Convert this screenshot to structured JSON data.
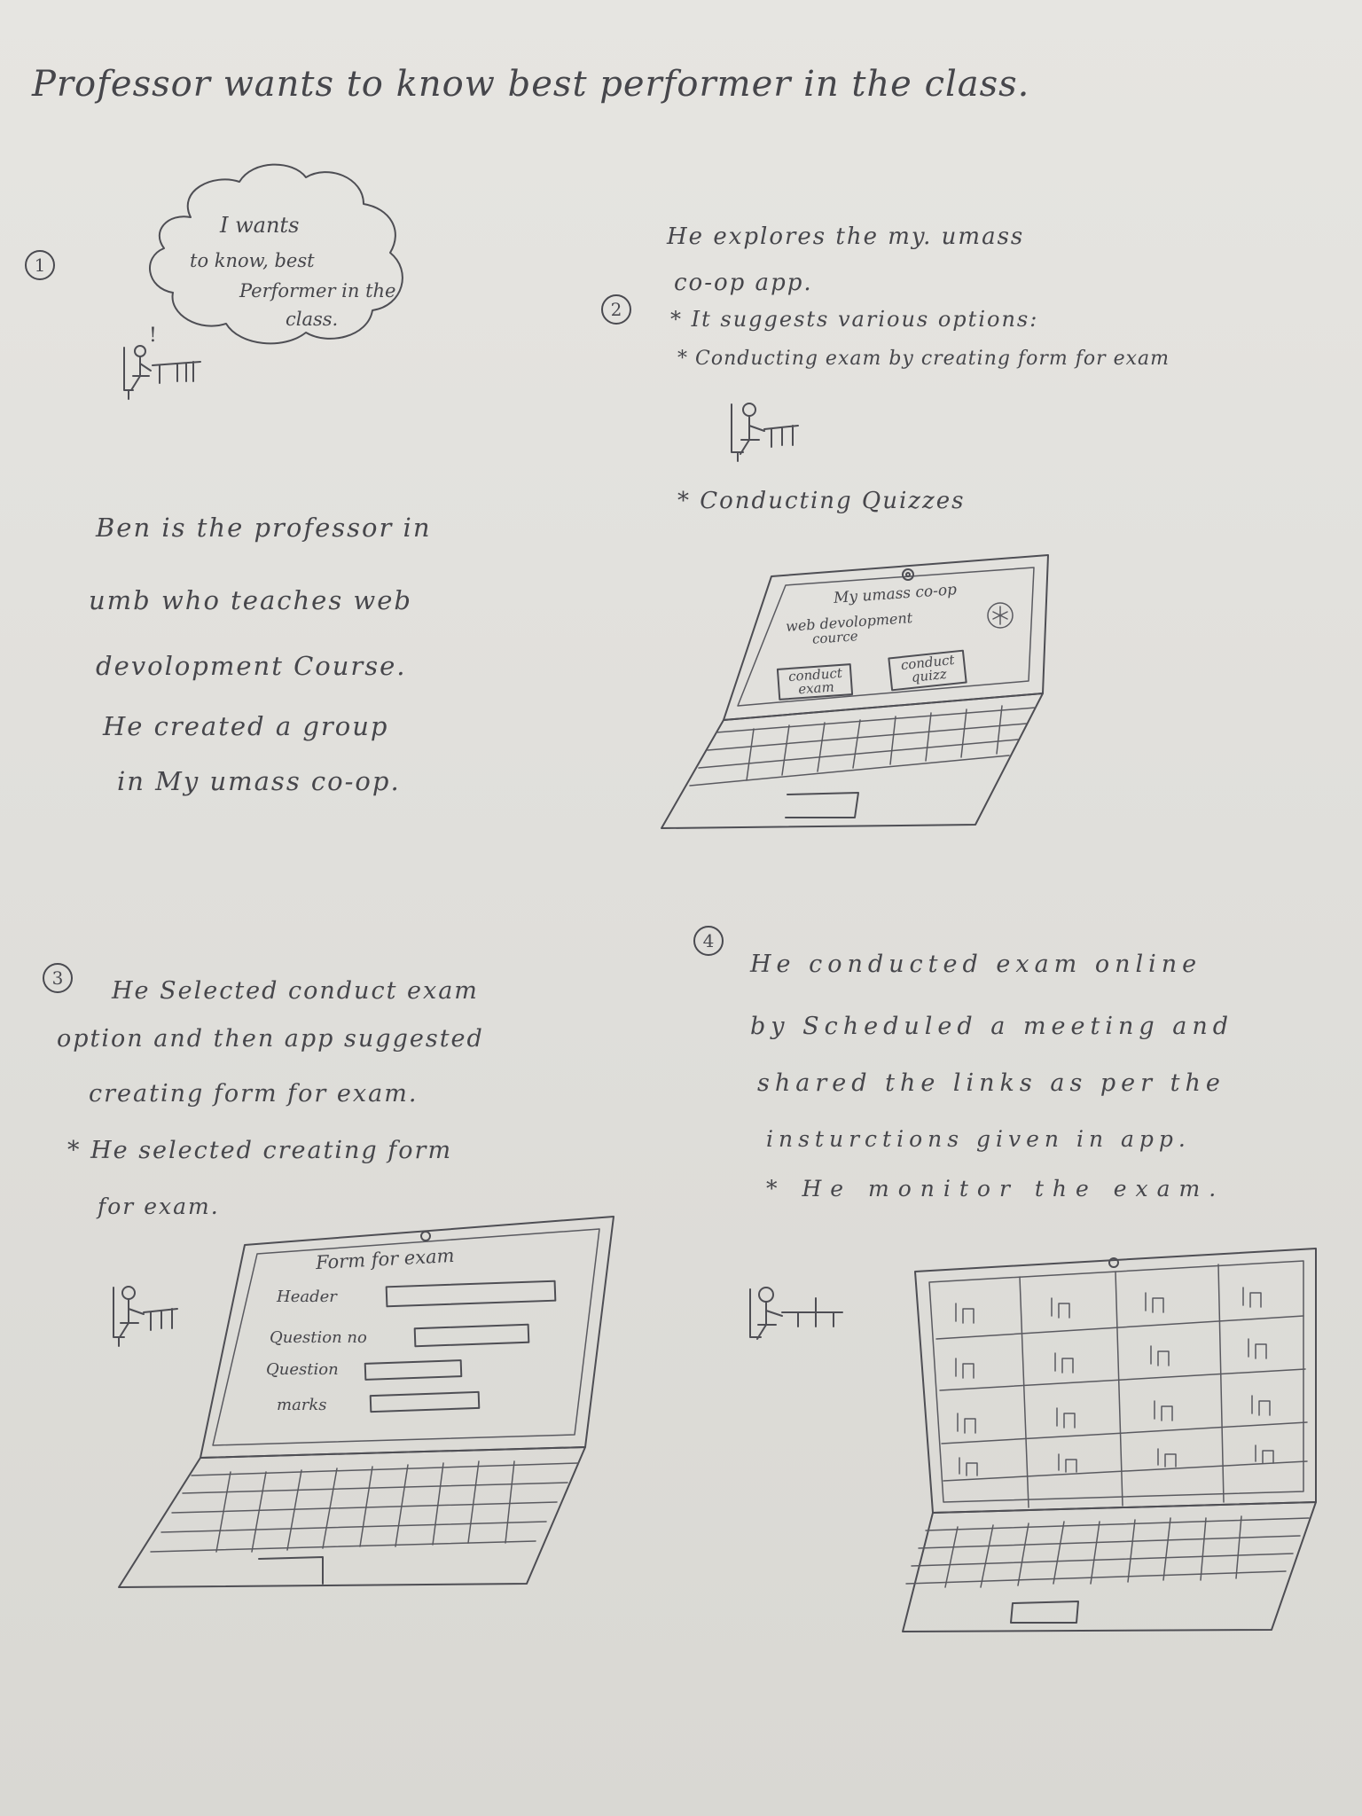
{
  "title": "Professor wants to know best performer in the class.",
  "panel1": {
    "number": "1",
    "cloud_lines": [
      "I wants",
      "to know, best",
      "Performer in the",
      "class."
    ],
    "figure_mark": "!",
    "story_lines": [
      "Ben is the professor in",
      "umb who teaches web",
      "devolopment Course.",
      "He created a group",
      "in My umass co-op."
    ]
  },
  "panel2": {
    "number": "2",
    "lines": [
      "He explores the my. umass",
      "co-op app.",
      "* It suggests various options:",
      "* Conducting exam by creating form for exam"
    ],
    "bullet2": "* Conducting Quizzes",
    "screen": {
      "app_title": "My umass co-op",
      "course": "web devolopment",
      "course_line2": "cource",
      "button_exam": "conduct exam",
      "button_quiz": "conduct quizz"
    }
  },
  "panel3": {
    "number": "3",
    "lines": [
      "He Selected conduct exam",
      "option and then app suggested",
      "creating form for exam.",
      "* He selected creating form",
      "for exam."
    ],
    "form": {
      "title": "Form for exam",
      "fields": [
        "Header",
        "Question no",
        "Question",
        "marks"
      ]
    }
  },
  "panel4": {
    "number": "4",
    "lines": [
      "He conducted exam online",
      "by Scheduled a meeting and",
      "shared the links as per the",
      "insturctions given in app.",
      "* He monitor the exam."
    ]
  }
}
